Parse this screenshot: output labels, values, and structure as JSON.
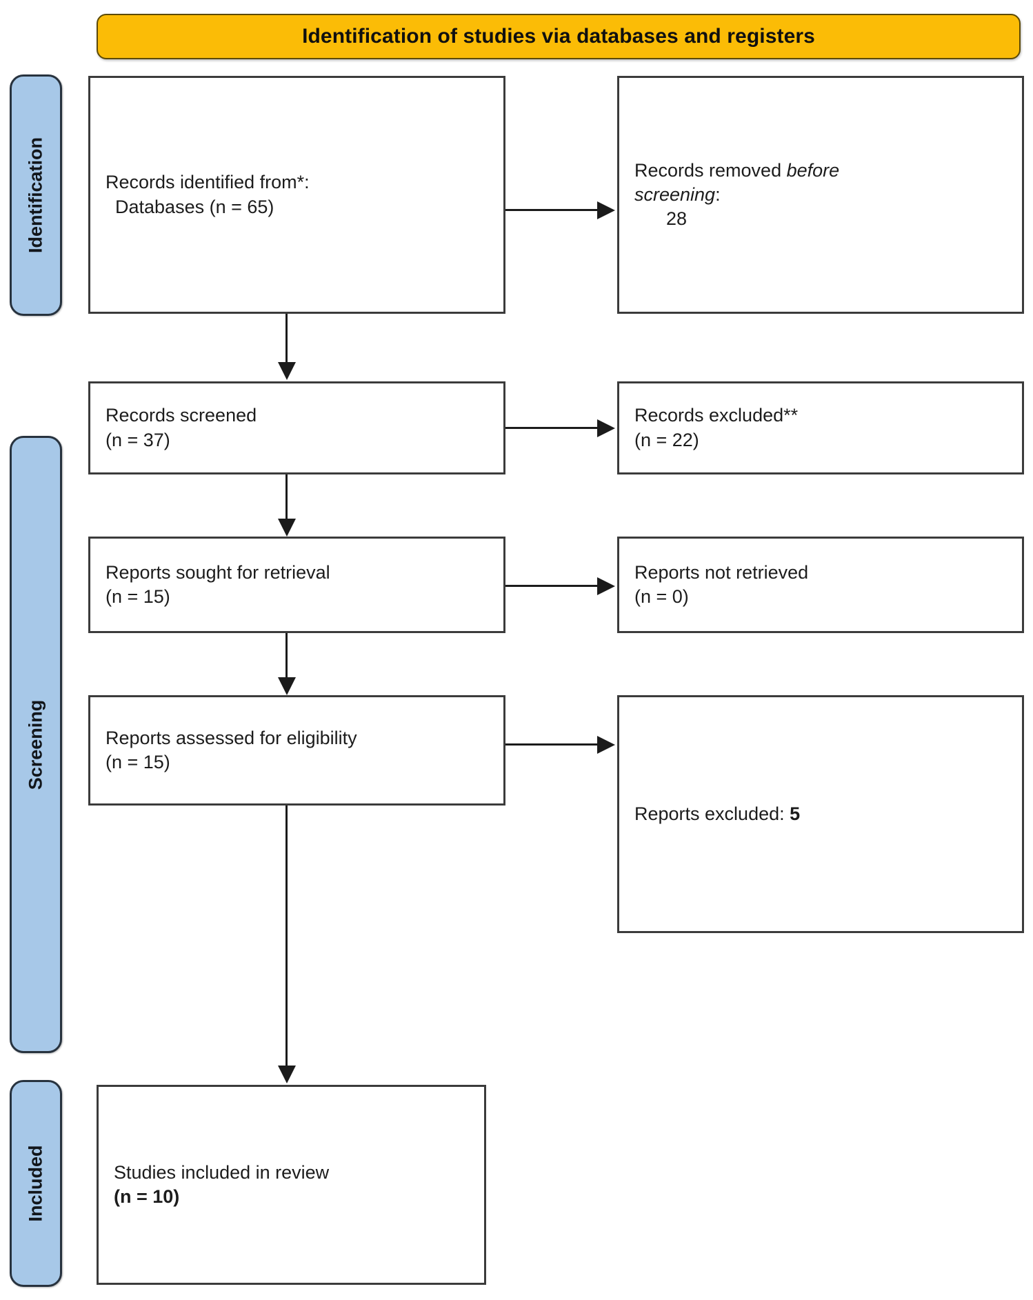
{
  "diagram": {
    "type": "prisma-flow-diagram",
    "banner": {
      "title": "Identification of studies via databases and registers",
      "color": "#FBBC06"
    },
    "stages": [
      {
        "id": "identification",
        "label": "Identification",
        "color": "#A7C8E8"
      },
      {
        "id": "screening",
        "label": "Screening",
        "color": "#A7C8E8"
      },
      {
        "id": "included",
        "label": "Included",
        "color": "#A7C8E8"
      }
    ],
    "boxes": {
      "identified": {
        "line1": "Records identified from*:",
        "line2": "Databases (n = 65)"
      },
      "removed": {
        "line1_prefix": "Records removed ",
        "line1_italic": "before",
        "line2_italic": "screening",
        "line2_suffix": ":",
        "line3": "28"
      },
      "screened": {
        "line1": "Records screened",
        "line2": "(n = 37)"
      },
      "excluded_records": {
        "line1": "Records excluded**",
        "line2": "(n = 22)"
      },
      "sought": {
        "line1": "Reports sought for retrieval",
        "line2": "(n = 15)"
      },
      "not_retrieved": {
        "line1": "Reports not retrieved",
        "line2": "(n = 0)"
      },
      "assessed": {
        "line1": "Reports assessed for eligibility",
        "line2": "(n = 15)"
      },
      "excluded_reports": {
        "line1_prefix": "Reports excluded: ",
        "line1_count": "5"
      },
      "included_studies": {
        "line1": "Studies included in review",
        "line2": "(n = 10)"
      }
    }
  }
}
